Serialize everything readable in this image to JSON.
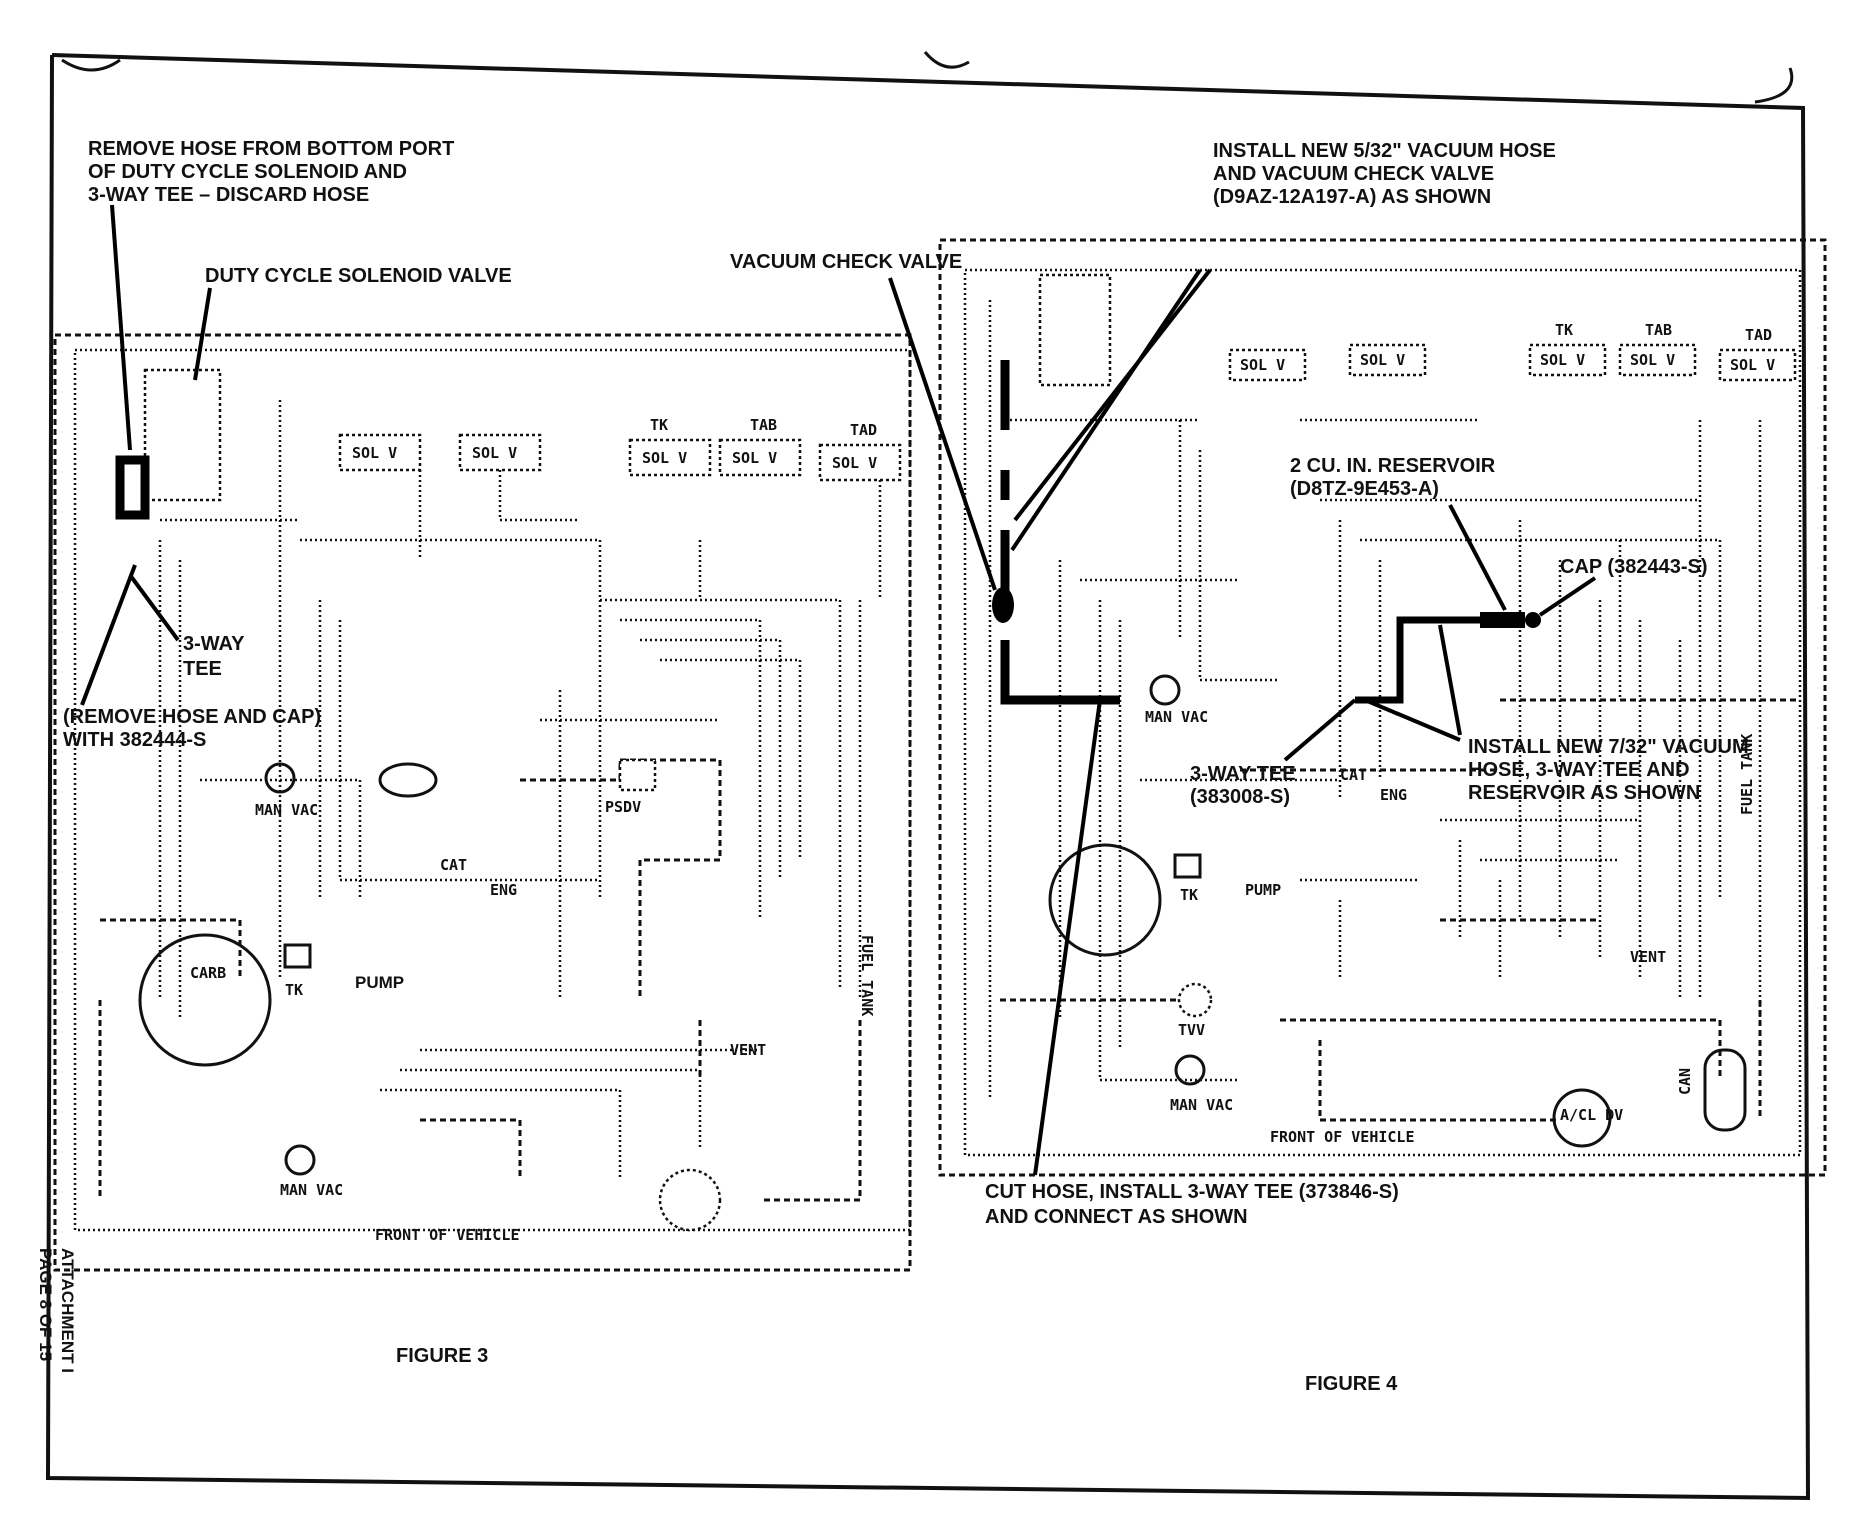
{
  "page_side_note": {
    "line1": "ATTACHMENT I",
    "line2": "PAGE 8 OF 15"
  },
  "figure3": {
    "caption": "FIGURE 3",
    "callouts": {
      "remove_hose_1": "REMOVE HOSE FROM BOTTOM PORT",
      "remove_hose_2": "OF DUTY CYCLE SOLENOID AND",
      "remove_hose_3": "3-WAY TEE – DISCARD HOSE",
      "duty_cycle_valve": "DUTY CYCLE SOLENOID VALVE",
      "tee_1": "3-WAY",
      "tee_2": "TEE",
      "remove_cap_1": "(REMOVE HOSE AND CAP)",
      "remove_cap_2": "WITH 382444-S"
    },
    "labels": {
      "sol_v": "SOL V",
      "tk": "TK",
      "tab": "TAB",
      "tad": "TAD",
      "man_vac": "MAN VAC",
      "psdv": "PSDV",
      "cat": "CAT",
      "eng": "ENG",
      "pump": "PUMP",
      "carb": "CARB",
      "vent": "VENT",
      "fuel_tank": "FUEL TANK",
      "front": "FRONT OF VEHICLE"
    }
  },
  "figure4": {
    "caption": "FIGURE 4",
    "callouts": {
      "install_5_32_1": "INSTALL NEW 5/32\" VACUUM HOSE",
      "install_5_32_2": "AND VACUUM CHECK VALVE",
      "install_5_32_3": "(D9AZ-12A197-A) AS SHOWN",
      "check_valve": "VACUUM CHECK VALVE",
      "reservoir_1": "2 CU. IN. RESERVOIR",
      "reservoir_2": "(D8TZ-9E453-A)",
      "cap": "CAP (382443-S)",
      "install_7_32_1": "INSTALL NEW 7/32\" VACUUM",
      "install_7_32_2": "HOSE, 3-WAY TEE AND",
      "install_7_32_3": "RESERVOIR AS SHOWN",
      "tee_1": "3-WAY TEE",
      "tee_2": "(383008-S)",
      "cut_hose_1": "CUT HOSE, INSTALL 3-WAY TEE (373846-S)",
      "cut_hose_2": "AND CONNECT AS SHOWN"
    },
    "labels": {
      "sol_v": "SOL V",
      "tk": "TK",
      "tab": "TAB",
      "tad": "TAD",
      "man_vac": "MAN VAC",
      "cat": "CAT",
      "eng": "ENG",
      "pump": "PUMP",
      "vent": "VENT",
      "fuel_tank": "FUEL TANK",
      "tvv": "TVV",
      "a_cl_dv": "A/CL DV",
      "can": "CAN",
      "front": "FRONT OF VEHICLE"
    }
  }
}
